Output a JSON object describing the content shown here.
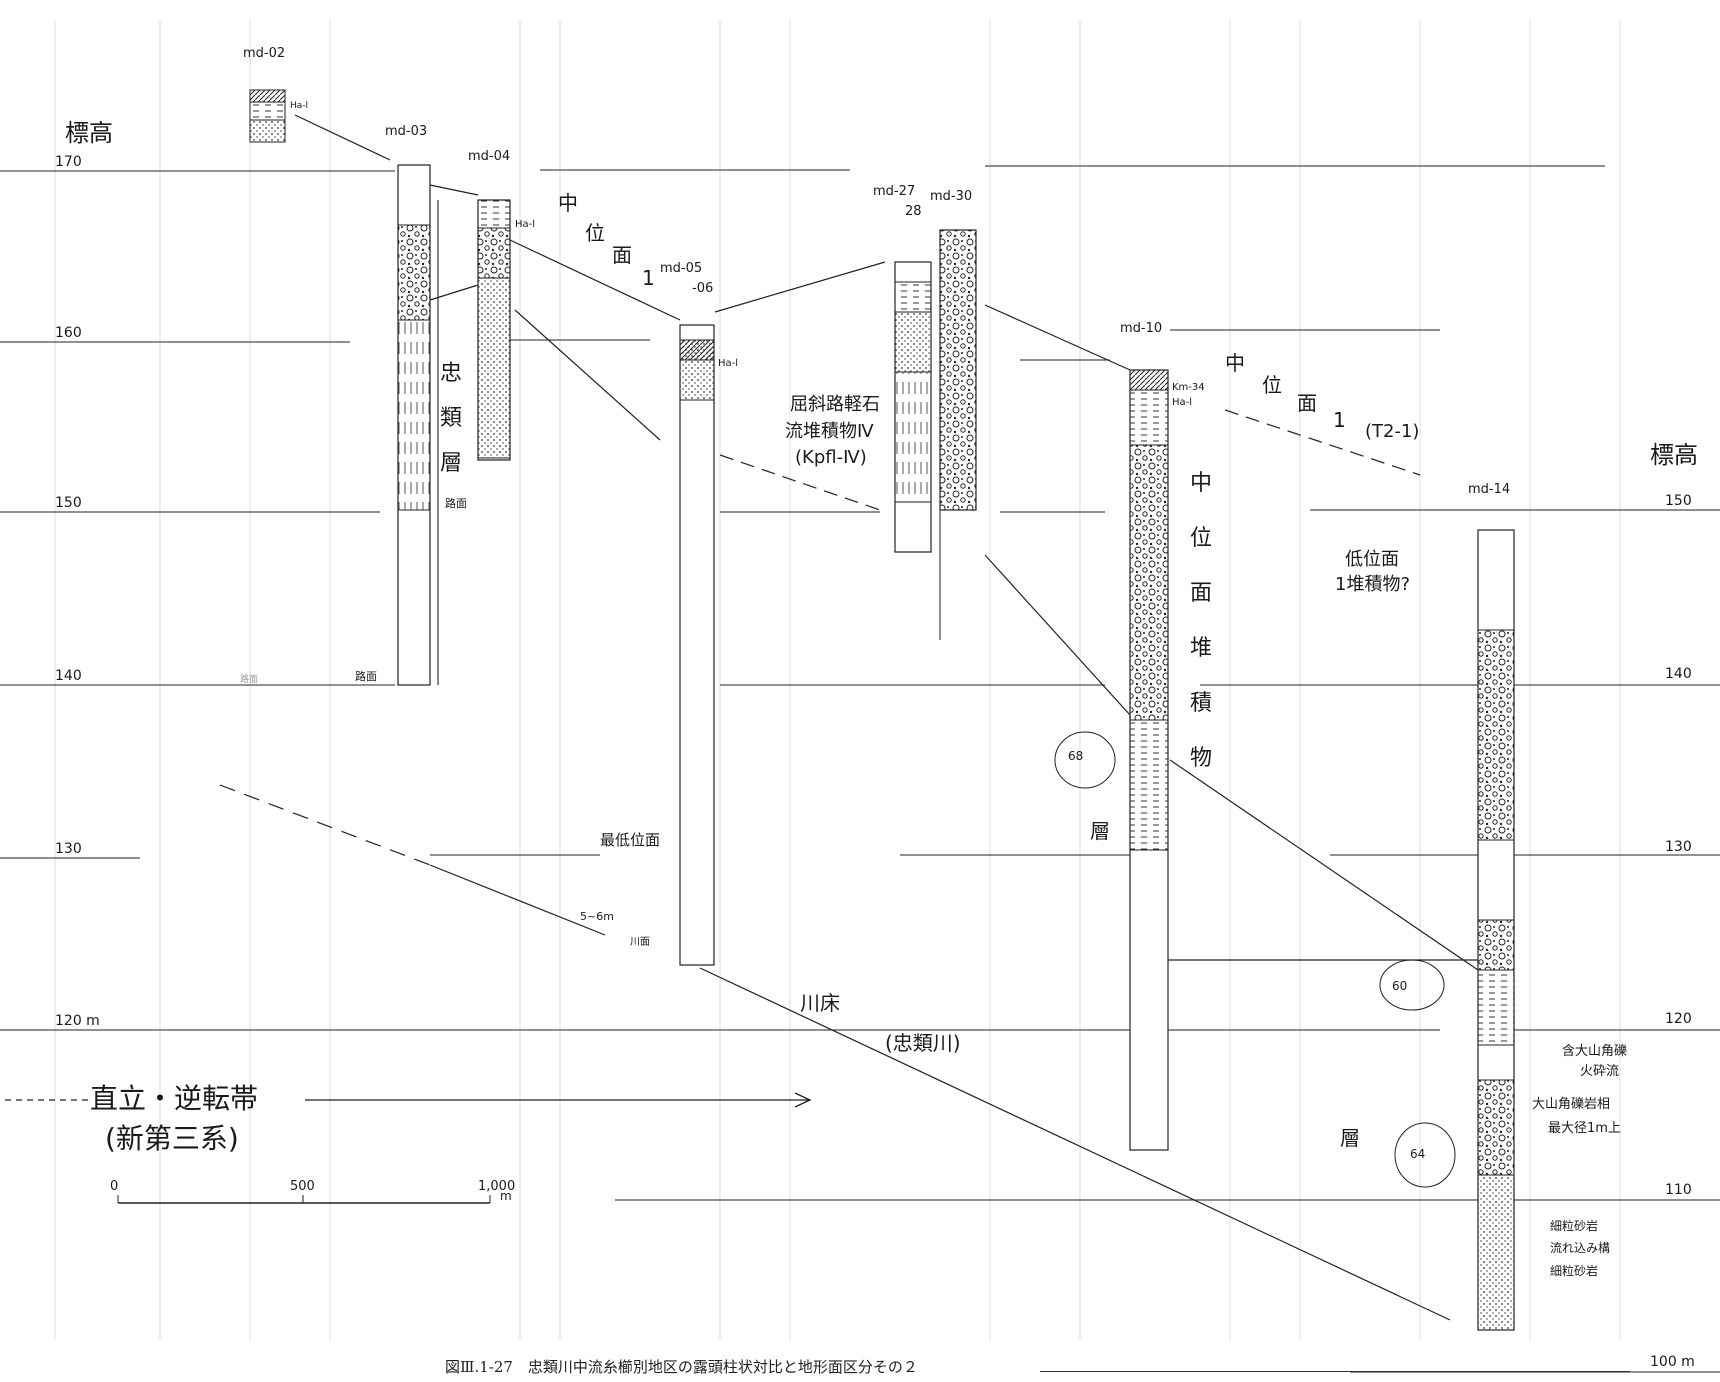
{
  "elevation_label": "標高",
  "elevation_ticks": [
    {
      "label": "170",
      "side": "left"
    },
    {
      "label": "160",
      "side": "left"
    },
    {
      "label": "150",
      "side": "left"
    },
    {
      "label": "140",
      "side": "left"
    },
    {
      "label": "130",
      "side": "left"
    },
    {
      "label": "120 m",
      "side": "left"
    },
    {
      "label": "150",
      "side": "right"
    },
    {
      "label": "140",
      "side": "right"
    },
    {
      "label": "130",
      "side": "right"
    },
    {
      "label": "120",
      "side": "right"
    },
    {
      "label": "110",
      "side": "right"
    },
    {
      "label": "100 m",
      "side": "right"
    }
  ],
  "columns": {
    "md02": "md-02",
    "md03": "md-03",
    "md04": "md-04",
    "md05": "md-05",
    "md06": "-06",
    "md27": "md-27",
    "md28": "28",
    "md30": "md-30",
    "md10": "md-10",
    "md14": "md-14"
  },
  "tephra": {
    "hal": "Ha-l",
    "hal2": "Ha-l",
    "hal3": "Ha-l",
    "kmhal_1": "Km-34",
    "kmhal_2": "Ha-l"
  },
  "annotations": {
    "terrace_mid1_chars": [
      "中",
      "位",
      "面",
      "1"
    ],
    "terrace_mid1_b_chars": [
      "中",
      "位",
      "面",
      "1"
    ],
    "terrace_mid1_b_tag": "(T2-1)",
    "chuurui_layer": [
      "忠",
      "類",
      "層"
    ],
    "pyroclastic_1": "屈斜路軽石",
    "pyroclastic_2": "流堆積物Ⅳ",
    "pyroclastic_3": "(Kpfl-Ⅳ)",
    "mid_terrace_deposit": [
      "中",
      "位",
      "面",
      "堆",
      "積",
      "物"
    ],
    "low_terrace": "低位面",
    "low_terrace_2": "1堆積物?",
    "lowest_terrace": "最低位面",
    "river_bed": "川床",
    "river_name": "(忠類川)",
    "fault_zone": "直立・逆転帯",
    "fault_zone_2": "(新第三系)",
    "road": "路面",
    "road2": "路面",
    "road3": "路面",
    "fivesix": "5~6m",
    "kawa": "川面",
    "so_layer": [
      "層"
    ],
    "so_layer2": [
      "層"
    ],
    "dip_1": "68",
    "dip_2": "60",
    "dip_3": "64",
    "right_note_1": "含大山角礫",
    "right_note_2": "火砕流",
    "right_note_3": "大山角礫岩相",
    "right_note_4": "最大径1m上",
    "right_note_5": "細粒砂岩",
    "right_note_6": "流れ込み構",
    "right_note_7": "細粒砂岩"
  },
  "scale_bar": {
    "labels": [
      "0",
      "500",
      "1,000"
    ],
    "unit": "m"
  },
  "caption": "図Ⅲ.1-27　忠類川中流糸櫛別地区の露頭柱状対比と地形面区分その２"
}
